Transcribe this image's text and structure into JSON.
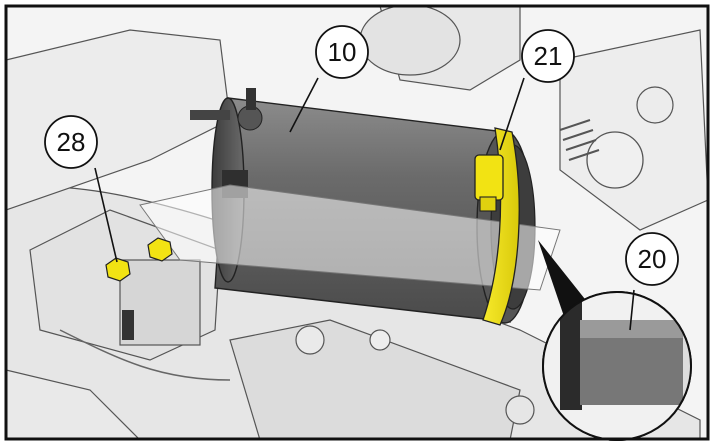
{
  "callouts": [
    {
      "id": "c10",
      "label": "10"
    },
    {
      "id": "c21",
      "label": "21"
    },
    {
      "id": "c28",
      "label": "28"
    },
    {
      "id": "c20",
      "label": "20"
    }
  ],
  "colors": {
    "frame": "#111111",
    "highlight": "#f2e313",
    "motor": "#6f6f6f",
    "background_parts": "#e9e9e9"
  },
  "icons": [
    "starter-motor-illustration",
    "detail-magnifier"
  ]
}
